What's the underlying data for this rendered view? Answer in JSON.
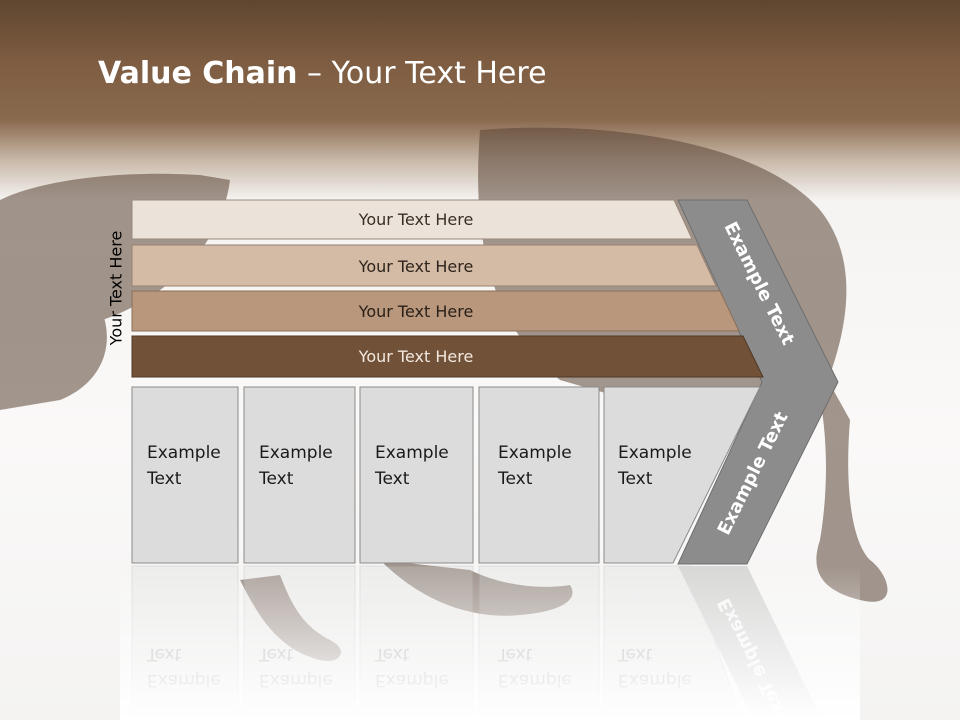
{
  "slide": {
    "title_bold": "Value Chain",
    "title_rest": " – Your Text Here",
    "side_label": "Your Text Here"
  },
  "bars": [
    {
      "label": "Your Text Here",
      "color": "#ebe2da",
      "text_color": "#3a2e25"
    },
    {
      "label": "Your Text Here",
      "color": "#d4bba6",
      "text_color": "#2e241c"
    },
    {
      "label": "Your Text Here",
      "color": "#b8977c",
      "text_color": "#2a2018"
    },
    {
      "label": "Your Text Here",
      "color": "#715239",
      "text_color": "#f2e8de"
    }
  ],
  "boxes": [
    {
      "line1": "Example",
      "line2": "Text"
    },
    {
      "line1": "Example",
      "line2": "Text"
    },
    {
      "line1": "Example",
      "line2": "Text"
    },
    {
      "line1": "Example",
      "line2": "Text"
    },
    {
      "line1": "Example",
      "line2": "Text"
    }
  ],
  "arrow": {
    "upper_text": "Example Text",
    "lower_text": "Example Text",
    "color": "#8c8c8c"
  },
  "colors": {
    "box_fill": "#dcdcdc",
    "box_stroke": "#8a8a8a"
  }
}
